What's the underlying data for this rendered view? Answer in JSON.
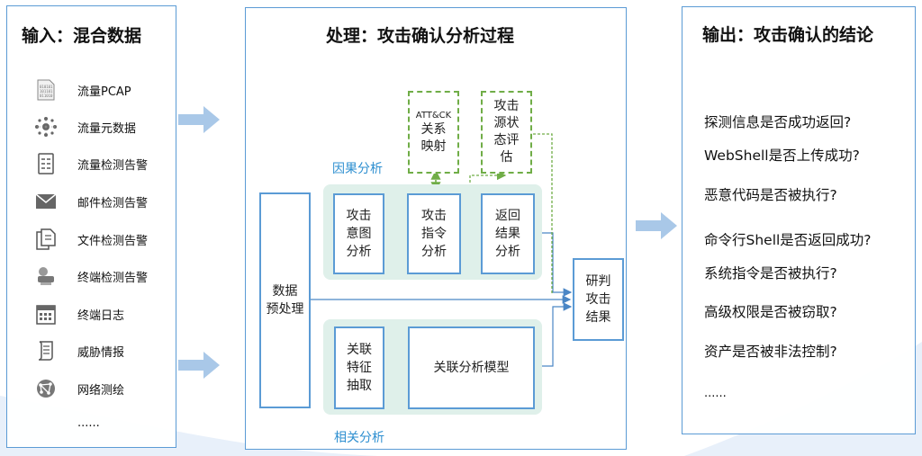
{
  "input_panel": {
    "title": "输入：混合数据",
    "items": [
      {
        "label": "流量PCAP",
        "icon": "pcap-file-icon"
      },
      {
        "label": "流量元数据",
        "icon": "network-nodes-icon"
      },
      {
        "label": "流量检测告警",
        "icon": "alert-document-icon"
      },
      {
        "label": "邮件检测告警",
        "icon": "envelope-icon"
      },
      {
        "label": "文件检测告警",
        "icon": "files-icon"
      },
      {
        "label": "终端检测告警",
        "icon": "endpoint-icon"
      },
      {
        "label": "终端日志",
        "icon": "calendar-log-icon"
      },
      {
        "label": "威胁情报",
        "icon": "scroll-icon"
      },
      {
        "label": "网络测绘",
        "icon": "globe-network-icon"
      }
    ],
    "ellipsis": "......"
  },
  "process_panel": {
    "title": "处理：攻击确认分析过程",
    "preprocess": "数据\n预处理",
    "causal_label": "因果分析",
    "correlation_label": "相关分析",
    "attck_mapping": {
      "line1": "ATT&CK",
      "line2": "关系\n映射"
    },
    "source_eval": "攻击\n源状\n态评\n估",
    "intent": "攻击\n意图\n分析",
    "command": "攻击\n指令\n分析",
    "return_result": "返回\n结果\n分析",
    "feature_extract": "关联\n特征\n抽取",
    "correlation_model": "关联分析模型",
    "judge_result": "研判\n攻击\n结果"
  },
  "output_panel": {
    "title": "输出：攻击确认的结论",
    "questions": [
      "探测信息是否成功返回?",
      "WebShell是否上传成功?",
      "恶意代码是否被执行?",
      "命令行Shell是否返回成功?",
      "系统指令是否被执行?",
      "高级权限是否被窃取?",
      "资产是否被非法控制?"
    ],
    "ellipsis": "......"
  },
  "colors": {
    "border_blue": "#5b9bd5",
    "dash_green": "#70ad47",
    "mint": "#dff0ea",
    "label_blue": "#2e8fd0",
    "arrow": "#a9c8e8"
  }
}
